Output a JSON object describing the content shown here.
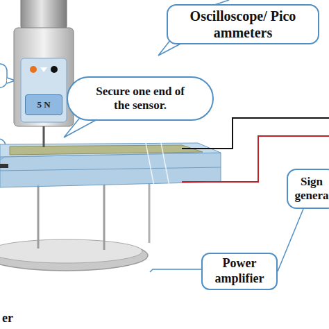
{
  "diagram": {
    "nodes": [
      {
        "text": [
          "Oscilloscope/ Pico ammeters"
        ]
      },
      {
        "text": [
          "Secure one end of the sensor."
        ]
      },
      {
        "text": [
          "5 N"
        ]
      },
      {
        "text": [
          "Sign genera"
        ]
      },
      {
        "text": [
          "Power amplifier"
        ]
      }
    ],
    "edges": [
      {
        "from": 4,
        "to": 3,
        "arrow": "none"
      }
    ],
    "labels": [
      "er"
    ]
  }
}
